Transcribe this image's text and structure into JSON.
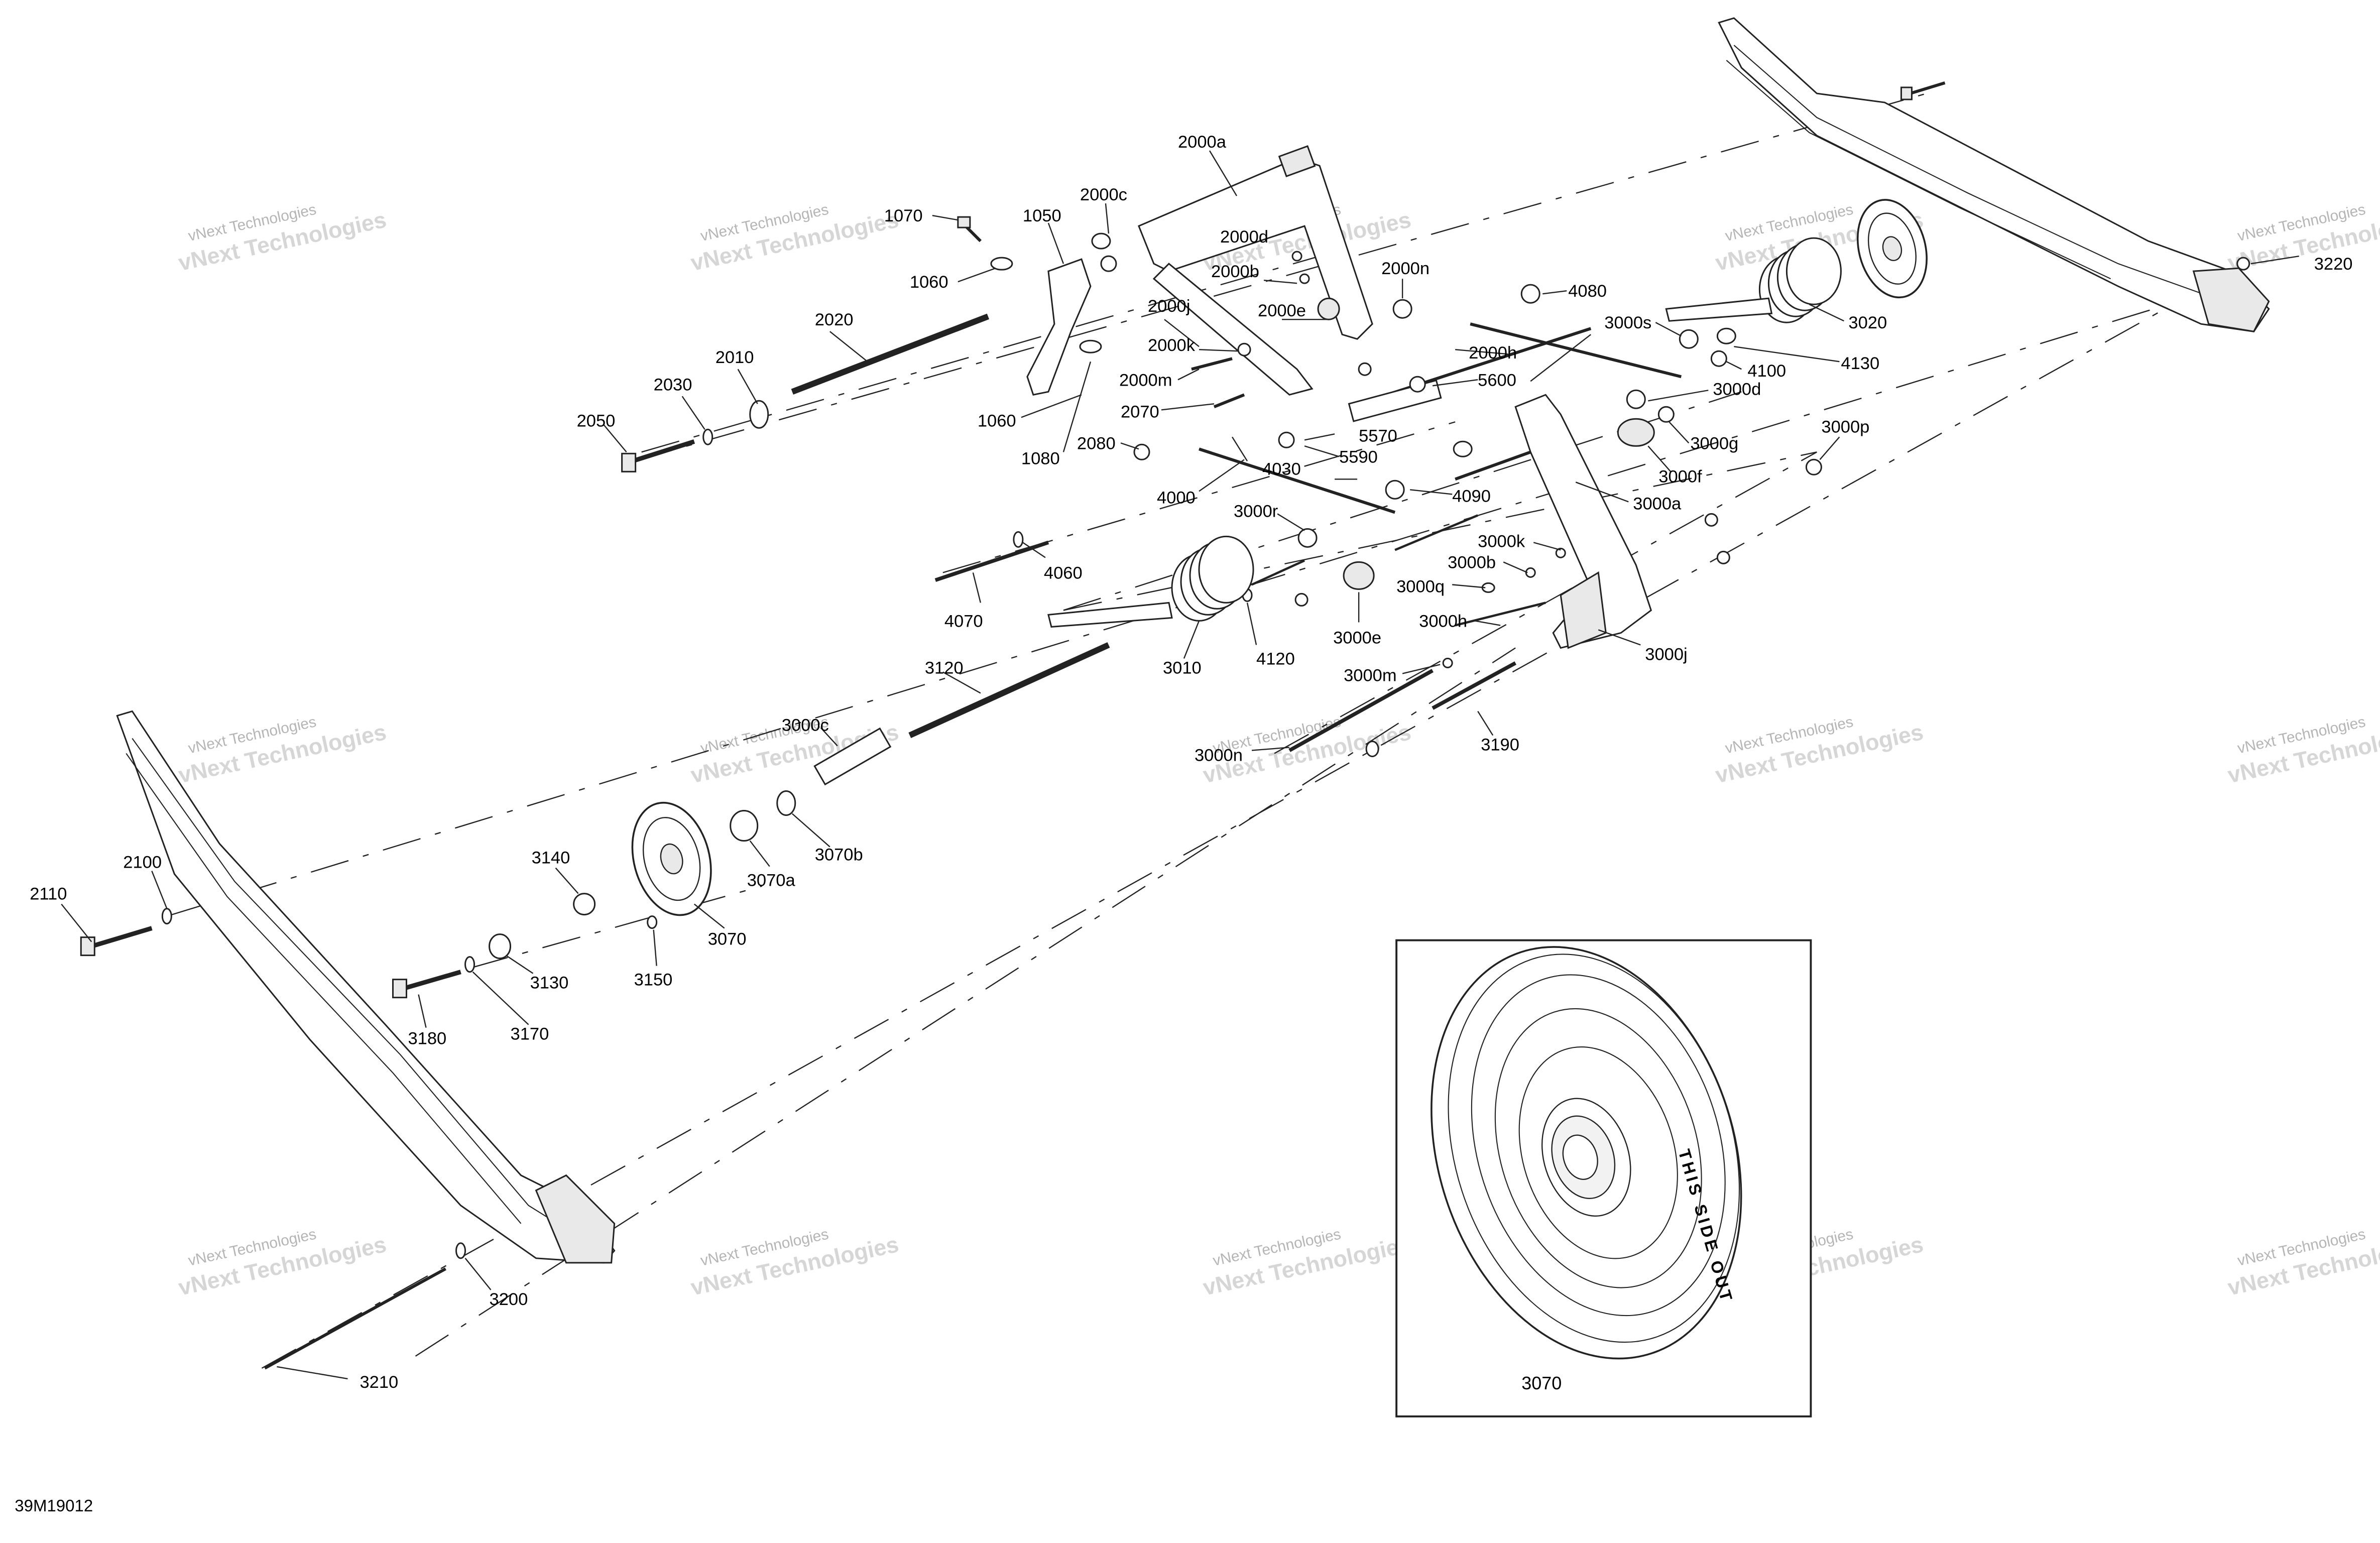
{
  "diagram": {
    "figure_code": "39M19012",
    "watermark_line1": "vNext Technologies",
    "watermark_line2": "vNext Technologies",
    "inset_label": "3070",
    "inset_wheel_text": "THIS SIDE OUT",
    "labels": {
      "p2000a": "2000a",
      "p2000c_top": "2000c",
      "p2000d": "2000d",
      "p2000b": "2000b",
      "p2000n": "2000n",
      "p2000j": "2000j",
      "p2000e": "2000e",
      "p2000h": "2000h",
      "p2000k": "2000k",
      "p2000m": "2000m",
      "p1070": "1070",
      "p1050": "1050",
      "p1060a": "1060",
      "p1060b": "1060",
      "p1080": "1080",
      "p2020": "2020",
      "p2010": "2010",
      "p2030": "2030",
      "p2050": "2050",
      "p2070": "2070",
      "p2080": "2080",
      "p4000": "4000",
      "p4030": "4030",
      "p5570": "5570",
      "p5590": "5590",
      "p5600": "5600",
      "p4080": "4080",
      "p3000s": "3000s",
      "p3020": "3020",
      "p4130": "4130",
      "p4100": "4100",
      "p3000d": "3000d",
      "p3000g": "3000g",
      "p3000f": "3000f",
      "p3000p": "3000p",
      "p3000a": "3000a",
      "p4090": "4090",
      "p3000r": "3000r",
      "p3000k": "3000k",
      "p3000b": "3000b",
      "p3000q": "3000q",
      "p3000e": "3000e",
      "p3000h": "3000h",
      "p3000j": "3000j",
      "p3000m": "3000m",
      "p3000n": "3000n",
      "p4060": "4060",
      "p4070": "4070",
      "p4120": "4120",
      "p3010": "3010",
      "p3120": "3120",
      "p3000c_mid": "3000c",
      "p3070a": "3070a",
      "p3070b": "3070b",
      "p3070": "3070",
      "p3140": "3140",
      "p3150": "3150",
      "p3130": "3130",
      "p3170": "3170",
      "p3180": "3180",
      "p3190": "3190",
      "p2110": "2110",
      "p2100": "2100",
      "p3200": "3200",
      "p3210": "3210",
      "p3220": "3220"
    }
  }
}
